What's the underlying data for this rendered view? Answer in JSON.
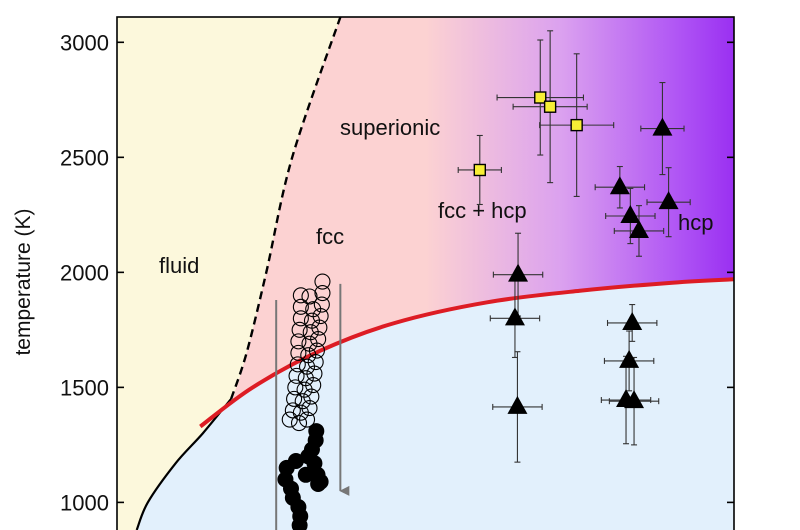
{
  "chart_data": {
    "type": "scatter",
    "title": "",
    "xlabel": "",
    "ylabel": "temperature (K)",
    "ylim": [
      880,
      3110
    ],
    "xlim": [
      0,
      100
    ],
    "yticks": [
      1000,
      1500,
      2000,
      2500,
      3000
    ],
    "grid": false,
    "colors": {
      "fluid": "#fcf8dc",
      "superionic": "#fcd2d2",
      "hcp": "#9a30f2",
      "solid": "#e2f0fc",
      "boundary": "#dd1c24",
      "marker_square": "#f7ee36"
    },
    "region_labels": {
      "fluid": "fluid",
      "fcc": "fcc",
      "superionic": "superionic",
      "fcc_hcp": "fcc + hcp",
      "hcp": "hcp"
    },
    "regions": {
      "melting_curve": [
        [
          3.2,
          880
        ],
        [
          5,
          1000
        ],
        [
          9.5,
          1170
        ],
        [
          13.9,
          1300
        ],
        [
          18.5,
          1450
        ]
      ],
      "melting_dashed": [
        [
          18.5,
          1450
        ],
        [
          21,
          1650
        ],
        [
          24.2,
          2000
        ],
        [
          28.4,
          2500
        ],
        [
          36.2,
          3110
        ]
      ],
      "superionic_boundary": [
        [
          13.5,
          1330
        ],
        [
          22,
          1500
        ],
        [
          33,
          1660
        ],
        [
          45,
          1780
        ],
        [
          60,
          1870
        ],
        [
          75,
          1920
        ],
        [
          90,
          1955
        ],
        [
          100,
          1970
        ]
      ]
    },
    "series": [
      {
        "marker": "triangle-filled",
        "points": [
          {
            "x": 65,
            "y": 1990,
            "xerr": 4,
            "yerr": 180
          },
          {
            "x": 64.5,
            "y": 1800,
            "xerr": 4,
            "yerr": 170
          },
          {
            "x": 64.9,
            "y": 1415,
            "xerr": 4,
            "yerr": 240
          },
          {
            "x": 83.5,
            "y": 1780,
            "xerr": 4,
            "yerr": 80
          },
          {
            "x": 83,
            "y": 1615,
            "xerr": 4,
            "yerr": 130
          },
          {
            "x": 82.5,
            "y": 1445,
            "xerr": 4,
            "yerr": 190
          },
          {
            "x": 83.8,
            "y": 1440,
            "xerr": 4,
            "yerr": 190
          },
          {
            "x": 81.5,
            "y": 2370,
            "xerr": 4,
            "yerr": 90
          },
          {
            "x": 83.2,
            "y": 2245,
            "xerr": 4,
            "yerr": 120
          },
          {
            "x": 84.6,
            "y": 2180,
            "xerr": 4,
            "yerr": 110
          },
          {
            "x": 89.4,
            "y": 2305,
            "xerr": 3.5,
            "yerr": 150
          },
          {
            "x": 88.4,
            "y": 2625,
            "xerr": 3.5,
            "yerr": 200
          }
        ]
      },
      {
        "marker": "square-yellow",
        "points": [
          {
            "x": 58.8,
            "y": 2445,
            "xerr": 3.5,
            "yerr": 150
          },
          {
            "x": 68.6,
            "y": 2760,
            "xerr": 7,
            "yerr": 250
          },
          {
            "x": 70.2,
            "y": 2720,
            "xerr": 6,
            "yerr": 330
          },
          {
            "x": 74.5,
            "y": 2640,
            "xerr": 6,
            "yerr": 310
          }
        ]
      },
      {
        "marker": "circle-open",
        "points": [
          {
            "x": 29.8,
            "y": 1900
          },
          {
            "x": 29.8,
            "y": 1850
          },
          {
            "x": 29.8,
            "y": 1800
          },
          {
            "x": 29.6,
            "y": 1750
          },
          {
            "x": 29.4,
            "y": 1700
          },
          {
            "x": 29.4,
            "y": 1650
          },
          {
            "x": 29.3,
            "y": 1600
          },
          {
            "x": 29.1,
            "y": 1550
          },
          {
            "x": 28.9,
            "y": 1500
          },
          {
            "x": 28.7,
            "y": 1450
          },
          {
            "x": 28.5,
            "y": 1400
          },
          {
            "x": 28.0,
            "y": 1360
          },
          {
            "x": 31.2,
            "y": 1895
          },
          {
            "x": 31.8,
            "y": 1840
          },
          {
            "x": 31.6,
            "y": 1790
          },
          {
            "x": 31.4,
            "y": 1740
          },
          {
            "x": 31.2,
            "y": 1690
          },
          {
            "x": 31.0,
            "y": 1640
          },
          {
            "x": 30.8,
            "y": 1590
          },
          {
            "x": 30.6,
            "y": 1540
          },
          {
            "x": 30.4,
            "y": 1490
          },
          {
            "x": 30.1,
            "y": 1440
          },
          {
            "x": 29.8,
            "y": 1390
          },
          {
            "x": 29.5,
            "y": 1345
          },
          {
            "x": 33.3,
            "y": 1960
          },
          {
            "x": 33.3,
            "y": 1910
          },
          {
            "x": 33.2,
            "y": 1860
          },
          {
            "x": 33.0,
            "y": 1810
          },
          {
            "x": 32.8,
            "y": 1760
          },
          {
            "x": 32.6,
            "y": 1710
          },
          {
            "x": 32.4,
            "y": 1660
          },
          {
            "x": 32.2,
            "y": 1610
          },
          {
            "x": 32.0,
            "y": 1560
          },
          {
            "x": 31.8,
            "y": 1510
          },
          {
            "x": 31.5,
            "y": 1460
          },
          {
            "x": 31.2,
            "y": 1410
          },
          {
            "x": 30.8,
            "y": 1360
          }
        ]
      },
      {
        "marker": "circle-filled",
        "points": [
          {
            "x": 27.5,
            "y": 1150
          },
          {
            "x": 27.3,
            "y": 1100
          },
          {
            "x": 28.2,
            "y": 1060
          },
          {
            "x": 29.0,
            "y": 1180
          },
          {
            "x": 28.5,
            "y": 1020
          },
          {
            "x": 29.4,
            "y": 980
          },
          {
            "x": 29.7,
            "y": 940
          },
          {
            "x": 29.6,
            "y": 900
          },
          {
            "x": 30.6,
            "y": 1120
          },
          {
            "x": 31.0,
            "y": 1200
          },
          {
            "x": 31.6,
            "y": 1230
          },
          {
            "x": 32.2,
            "y": 1270
          },
          {
            "x": 32.3,
            "y": 1310
          },
          {
            "x": 32.0,
            "y": 1170
          },
          {
            "x": 32.5,
            "y": 1120
          },
          {
            "x": 33.0,
            "y": 1090
          },
          {
            "x": 32.6,
            "y": 1080
          }
        ]
      }
    ],
    "arrows": [
      {
        "x": 25.8,
        "y_start": 1880,
        "y_end": 840
      },
      {
        "x": 36.2,
        "y_start": 1950,
        "y_end": 1050
      }
    ]
  }
}
